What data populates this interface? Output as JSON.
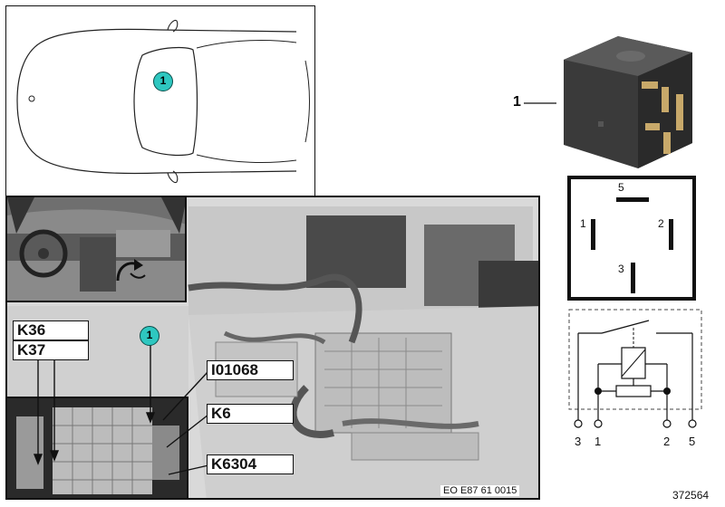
{
  "locator": {
    "callout": "1"
  },
  "photo": {
    "callout": "1",
    "labels": {
      "k36": "K36",
      "k37": "K37",
      "i01068": "I01068",
      "k6": "K6",
      "k6304": "K6304"
    },
    "code": "EO E87 61 0015"
  },
  "relay": {
    "callout": "1"
  },
  "pinout": {
    "pins": [
      "5",
      "1",
      "2",
      "3"
    ]
  },
  "schematic": {
    "terminals": [
      "3",
      "1",
      "2",
      "5"
    ]
  },
  "figure_number": "372564"
}
